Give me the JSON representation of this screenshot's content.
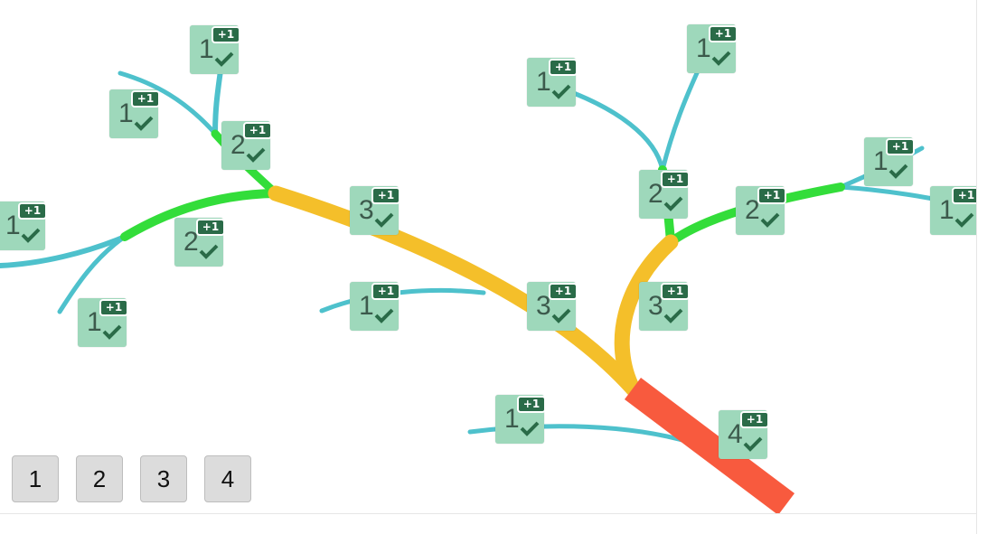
{
  "colors": {
    "level1": "#4ec1cc",
    "level2": "#33dd3a",
    "level3": "#f4bf2a",
    "level4": "#f85a3e",
    "badge_bg": "#9ed8bb",
    "plus_bg": "#2a6b48",
    "check": "#2a6b48"
  },
  "badges": [
    {
      "value": "1",
      "plus": "+1"
    },
    {
      "value": "1",
      "plus": "+1"
    },
    {
      "value": "2",
      "plus": "+1"
    },
    {
      "value": "1",
      "plus": "+1"
    },
    {
      "value": "2",
      "plus": "+1"
    },
    {
      "value": "1",
      "plus": "+1"
    },
    {
      "value": "3",
      "plus": "+1"
    },
    {
      "value": "1",
      "plus": "+1"
    },
    {
      "value": "3",
      "plus": "+1"
    },
    {
      "value": "1",
      "plus": "+1"
    },
    {
      "value": "1",
      "plus": "+1"
    },
    {
      "value": "2",
      "plus": "+1"
    },
    {
      "value": "2",
      "plus": "+1"
    },
    {
      "value": "1",
      "plus": "+1"
    },
    {
      "value": "1",
      "plus": "+1"
    },
    {
      "value": "3",
      "plus": "+1"
    },
    {
      "value": "1",
      "plus": "+1"
    },
    {
      "value": "4",
      "plus": "+1"
    }
  ],
  "level_buttons": [
    "1",
    "2",
    "3",
    "4"
  ]
}
